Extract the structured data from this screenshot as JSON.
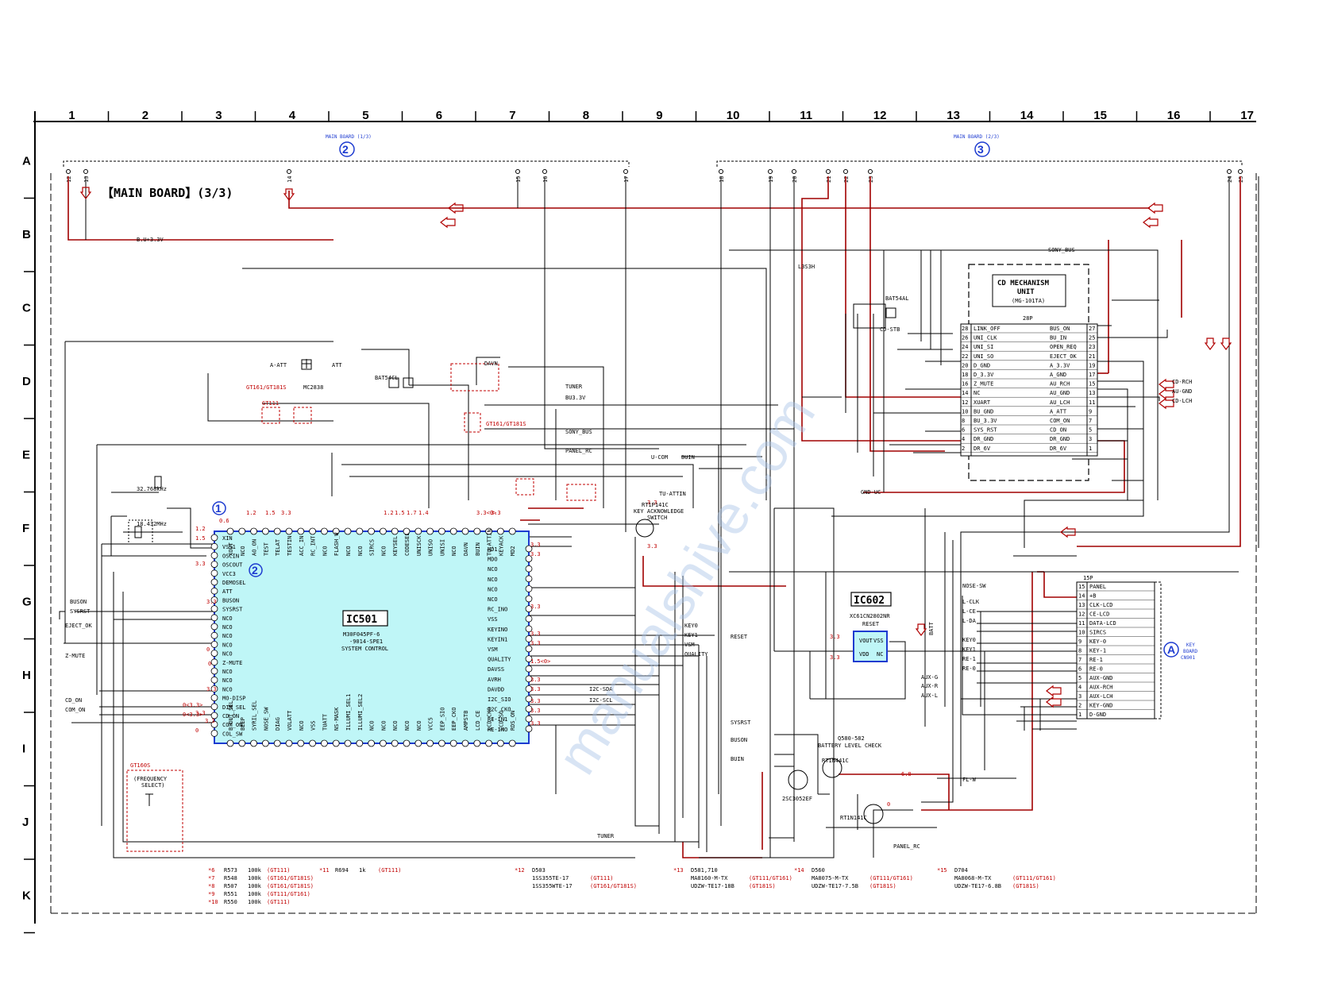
{
  "columns": [
    "1",
    "2",
    "3",
    "4",
    "5",
    "6",
    "7",
    "8",
    "9",
    "10",
    "11",
    "12",
    "13",
    "14",
    "15",
    "16",
    "17"
  ],
  "rows": [
    "A",
    "B",
    "C",
    "D",
    "E",
    "F",
    "G",
    "H",
    "I",
    "J",
    "K"
  ],
  "sheet_title": "【MAIN BOARD】(3/3)",
  "board_refs": [
    {
      "label": "MAIN BOARD (1/3)",
      "num": "2"
    },
    {
      "label": "MAIN BOARD (2/3)",
      "num": "3"
    }
  ],
  "connector_pins_left": [
    "12",
    "13",
    "14",
    "15",
    "16",
    "17"
  ],
  "connector_pins_right": [
    "18",
    "19",
    "20",
    "21",
    "22",
    "23",
    "24",
    "25"
  ],
  "ic501": {
    "name": "IC501",
    "part": "M30F045PF-6",
    "part2": "-9014-SPE1",
    "desc": "SYSTEM CONTROL"
  },
  "ic501_left_pins": [
    "XIN",
    "VSS1",
    "OSCIN",
    "OSCOUT",
    "VCC3",
    "DEMOSEL",
    "ATT",
    "BUSON",
    "SYSRST",
    "NCO",
    "NCO",
    "NCO",
    "NCO",
    "NCO",
    "Z-MUTE",
    "NCO",
    "NCO",
    "NCO",
    "MO-DISP",
    "DIM_SEL",
    "CD_ON",
    "COM_ON",
    "COL_SW"
  ],
  "ic501_top_pins": [
    "XOUT",
    "NCO",
    "AO_ON",
    "TEST",
    "TELAT",
    "TESTIN",
    "ACC_IN",
    "RC_INT",
    "NCO",
    "FLASH_W",
    "NCO",
    "NCO",
    "SIRCS",
    "NCO",
    "KEYSEL",
    "CODESEL",
    "UNISCK",
    "UNISO",
    "UNISI",
    "NCO",
    "DAVN",
    "BUIN",
    "TU_ATTIN",
    "KEYACK",
    "MD2"
  ],
  "ic501_right_pins": [
    "MD1",
    "MDO",
    "NCO",
    "NCO",
    "NCO",
    "NCO",
    "RC_INO",
    "VSS",
    "KEYINO",
    "KEYIN1",
    "VSM",
    "QUALITY",
    "DAVSS",
    "AVRH",
    "DAVDD",
    "I2C_SIO",
    "I2C_CKO",
    "RE-IN1",
    "RE-INO"
  ],
  "ic501_bottom_pins": [
    "B-OUT_SEL",
    "BEEP",
    "SYRIL_SEL",
    "NOSE_SW",
    "DIAG",
    "VOLATT",
    "NCO",
    "VSS",
    "TUATT",
    "NS-MASK",
    "ILLUMI_SEL1",
    "ILLUMI_SEL2",
    "NCO",
    "NCO",
    "NCO",
    "NCO",
    "NCO",
    "VCC5",
    "EEP_SIO",
    "EEP_CKO",
    "AMPSTB",
    "LCD_CE",
    "LCD_CKO",
    "LCD_SO",
    "RDS_ON"
  ],
  "ic602": {
    "name": "IC602",
    "part": "XC61CN2802NR",
    "desc": "RESET",
    "pins": [
      "VOUT",
      "VSS",
      "VDD",
      "NC"
    ]
  },
  "cd_unit": {
    "title": "CD MECHANISM",
    "title2": "UNIT",
    "model": "(MG-101TA)",
    "pincount": "28P",
    "left": [
      [
        "28",
        "LINK_OFF"
      ],
      [
        "26",
        "UNI_CLK"
      ],
      [
        "24",
        "UNI_SI"
      ],
      [
        "22",
        "UNI_SO"
      ],
      [
        "20",
        "D_GND"
      ],
      [
        "18",
        "D_3.3V"
      ],
      [
        "16",
        "Z_MUTE"
      ],
      [
        "14",
        "NC"
      ],
      [
        "12",
        "XUART"
      ],
      [
        "10",
        "BU_GND"
      ],
      [
        "8",
        "BU_3.3V"
      ],
      [
        "6",
        "SYS_RST"
      ],
      [
        "4",
        "DR_GND"
      ],
      [
        "2",
        "DR_6V"
      ]
    ],
    "right": [
      [
        "BUS_ON",
        "27"
      ],
      [
        "BU_IN",
        "25"
      ],
      [
        "OPEN_REQ",
        "23"
      ],
      [
        "EJECT_OK",
        "21"
      ],
      [
        "A_3.3V",
        "19"
      ],
      [
        "A_GND",
        "17"
      ],
      [
        "AU_RCH",
        "15"
      ],
      [
        "AU_GND",
        "13"
      ],
      [
        "AU_LCH",
        "11"
      ],
      [
        "A_ATT",
        "9"
      ],
      [
        "COM_ON",
        "7"
      ],
      [
        "CD_ON",
        "5"
      ],
      [
        "DR_GND",
        "3"
      ],
      [
        "DR_6V",
        "1"
      ]
    ]
  },
  "panel_conn": {
    "pincount": "15P",
    "pins": [
      [
        "15",
        "PANEL"
      ],
      [
        "14",
        "+B"
      ],
      [
        "13",
        "CLK-LCD"
      ],
      [
        "12",
        "CE-LCD"
      ],
      [
        "11",
        "DATA-LCD"
      ],
      [
        "10",
        "SIRCS"
      ],
      [
        "9",
        "KEY-0"
      ],
      [
        "8",
        "KEY-1"
      ],
      [
        "7",
        "RE-1"
      ],
      [
        "6",
        "RE-0"
      ],
      [
        "5",
        "AUX-GND"
      ],
      [
        "4",
        "AUX-RCH"
      ],
      [
        "3",
        "AUX-LCH"
      ],
      [
        "2",
        "KEY-GND"
      ],
      [
        "1",
        "D-GND"
      ]
    ],
    "ref_letter": "A",
    "ref_label": "KEY",
    "ref_label2": "BOARD",
    "ref_label3": "CN901"
  },
  "net_labels": [
    "B.U+3.3V",
    "A-ATT",
    "ATT",
    "TUNER",
    "BU3.3V",
    "SONY_BUS",
    "PANEL_RC",
    "U-COM",
    "BUIN",
    "TU-ATTIN",
    "GND-UC",
    "BUSON",
    "SYSRST",
    "EJECT_OK",
    "Z-MUTE",
    "CD_ON",
    "COM_ON",
    "RESET",
    "KEY0",
    "KEY1",
    "VSM",
    "QUALITY",
    "I2C-SDA",
    "I2C-SCL",
    "SYSRST",
    "BUSON",
    "BUIN",
    "FL-W",
    "PANEL_RC",
    "TUNER",
    "L3S3H",
    "CD-STB",
    "CD-RCH",
    "AU-GND",
    "CD-LCH",
    "DAVN",
    "AUX-G",
    "AUX-R",
    "AUX-L",
    "NOSE-SW",
    "L-CLK",
    "L-CE",
    "L-DA",
    "KEY0",
    "KEY1",
    "RE-1",
    "RE-0",
    "SONY_BUS",
    "BATT"
  ],
  "labels_misc": {
    "crystal1": "32.768kHz",
    "crystal2": "18.432MHz",
    "freq_sel": "(FREQUENCY\nSELECT)",
    "freq_tag": "GT160S",
    "q_ack": "RT1P141C",
    "q_ack_desc": "KEY ACKNOWLEDGE",
    "q_ack_desc2": "SWITCH",
    "batt": "Q580-582",
    "batt_desc": "BATTERY LEVEL CHECK",
    "q580": "2SC3052EF",
    "q581": "RT1N441C",
    "q582": "RT1N141C",
    "diode1": "BAT54CL",
    "diode2": "BAT54AL",
    "mc": "MC2838",
    "variant_a": "GT161/GT181S",
    "variant_b": "GT111",
    "variant_c": "GT161/GT181S"
  },
  "voltages": [
    "0.6",
    "1.2",
    "1.5",
    "3.3",
    "1.2",
    "1.5",
    "3.3",
    "3.3",
    "3.3",
    "3.3",
    "3.3",
    "0",
    "0",
    "0<3.3>",
    "0<3.3>",
    "0",
    "1.2",
    "1.5",
    "1.7",
    "1.4",
    "3.3<0>",
    "3.3",
    "3.3",
    "3.3",
    "3.3",
    "3.3",
    "3.3",
    "3.3",
    "1.5<0>",
    "3.3",
    "3.3",
    "3.3",
    "3.3",
    "3.3",
    "3.3",
    "3.3",
    "3.3",
    "6.8",
    "0"
  ],
  "footnotes": [
    [
      "*6",
      "R573",
      "100k",
      "(GT111)"
    ],
    [
      "*7",
      "R548",
      "100k",
      "(GT161/GT181S)"
    ],
    [
      "*8",
      "R507",
      "100k",
      "(GT161/GT181S)"
    ],
    [
      "*9",
      "R551",
      "100k",
      "(GT111/GT161)"
    ],
    [
      "*10",
      "R550",
      "100k",
      "(GT111)"
    ],
    [
      "*11",
      "R694",
      "1k",
      "(GT111)"
    ],
    [
      "*12",
      "D503",
      "1SS355TE-17",
      "(GT111)",
      "1SS355WTE-17",
      "(GT161/GT181S)"
    ],
    [
      "*13",
      "D581,710",
      "MA8160-M-TX",
      "(GT111/GT161)",
      "UDZW-TE17-18B",
      "(GT181S)"
    ],
    [
      "*14",
      "D560",
      "MA8075-M-TX",
      "(GT111/GT161)",
      "UDZW-TE17-7.5B",
      "(GT181S)"
    ],
    [
      "*15",
      "D704",
      "MA8068-M-TX",
      "(GT111/GT161)",
      "UDZW-TE17-6.8B",
      "(GT181S)"
    ]
  ],
  "watermark": "manualshive.com"
}
